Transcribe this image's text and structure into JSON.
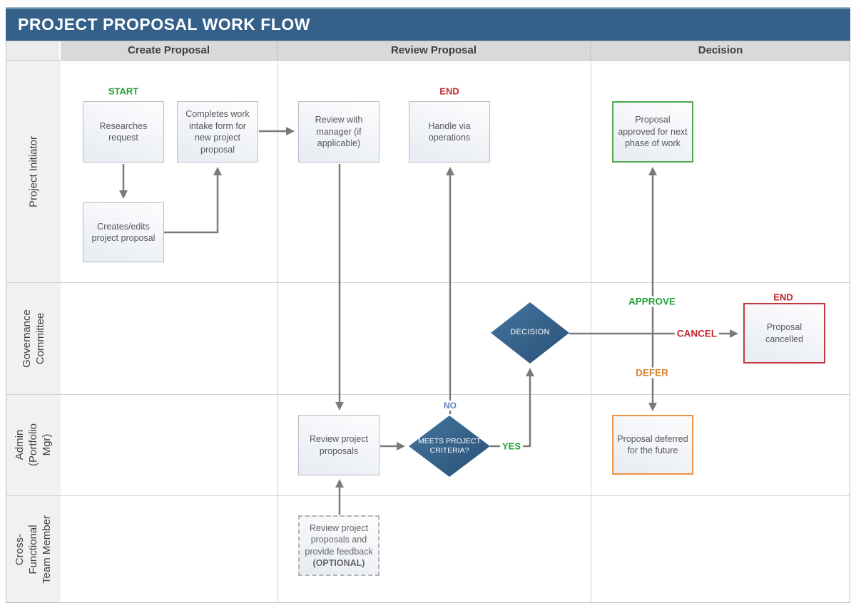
{
  "title": "PROJECT PROPOSAL WORK FLOW",
  "columns": [
    {
      "label": "Create Proposal"
    },
    {
      "label": "Review Proposal"
    },
    {
      "label": "Decision"
    }
  ],
  "lanes": [
    {
      "label": "Project Initiator"
    },
    {
      "label": "Governance\nCommittee"
    },
    {
      "label": "Admin\n(Portfolio\nMgr)"
    },
    {
      "label": "Cross-\nFunctional\nTeam Member"
    }
  ],
  "nodes": {
    "researches": {
      "label": "Researches request"
    },
    "completes": {
      "label": "Completes work intake form for new project proposal"
    },
    "creates_edits": {
      "label": "Creates/edits project proposal"
    },
    "review_manager": {
      "label": "Review with manager (if applicable)"
    },
    "handle_ops": {
      "label": "Handle via operations"
    },
    "approved": {
      "label": "Proposal approved for next phase of work"
    },
    "cancelled": {
      "label": "Proposal cancelled"
    },
    "review_props": {
      "label": "Review project proposals"
    },
    "deferred": {
      "label": "Proposal deferred for the future"
    },
    "feedback": {
      "label": "Review project proposals and provide feedback",
      "optional": "(OPTIONAL)"
    }
  },
  "decisions": {
    "decision": {
      "label": "DECISION"
    },
    "criteria": {
      "label": "MEETS PROJECT CRITERIA?"
    }
  },
  "flow_labels": {
    "start": "START",
    "end_ops": "END",
    "end_cancelled": "END",
    "approve": "APPROVE",
    "cancel": "CANCEL",
    "defer": "DEFER",
    "yes": "YES",
    "no": "NO"
  },
  "colors": {
    "title_bar": "#34608a",
    "header_fill": "#d9d9d9",
    "lane_fill": "#f1f1f1",
    "diamond_fill": "#35608d",
    "arrow": "#7f7f7f",
    "start_green": "#21a038",
    "end_red": "#c0272d",
    "defer_orange": "#d9822f",
    "no_blue": "#5d80ba",
    "approved_border": "#4ba84b",
    "cancelled_border": "#c03a3d",
    "deferred_border": "#ec9242"
  }
}
